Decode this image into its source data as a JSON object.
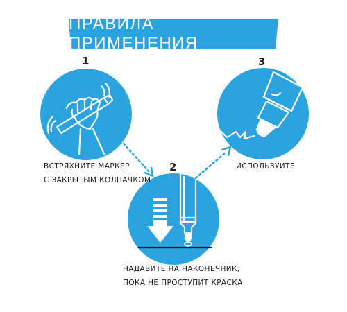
{
  "title": "ПРАВИЛА ПРИМЕНЕНИЯ",
  "colors": {
    "accent": "#2aa3e0",
    "ink": "#1a1a1a",
    "background": "#ffffff"
  },
  "steps": [
    {
      "number": "1",
      "lines": [
        "ВСТРЯХНИТЕ МАРКЕР",
        "С ЗАКРЫТЫМ КОЛПАЧКОМ"
      ],
      "icon": "shake-marker-hand-icon"
    },
    {
      "number": "2",
      "lines": [
        "НАДАВИТЕ НА НАКОНЕЧНИК,",
        "ПОКА НЕ ПРОСТУПИТ КРАСКА"
      ],
      "icon": "press-tip-icon"
    },
    {
      "number": "3",
      "lines": [
        "ИСПОЛЬЗУЙТЕ"
      ],
      "icon": "marker-writing-icon"
    }
  ]
}
